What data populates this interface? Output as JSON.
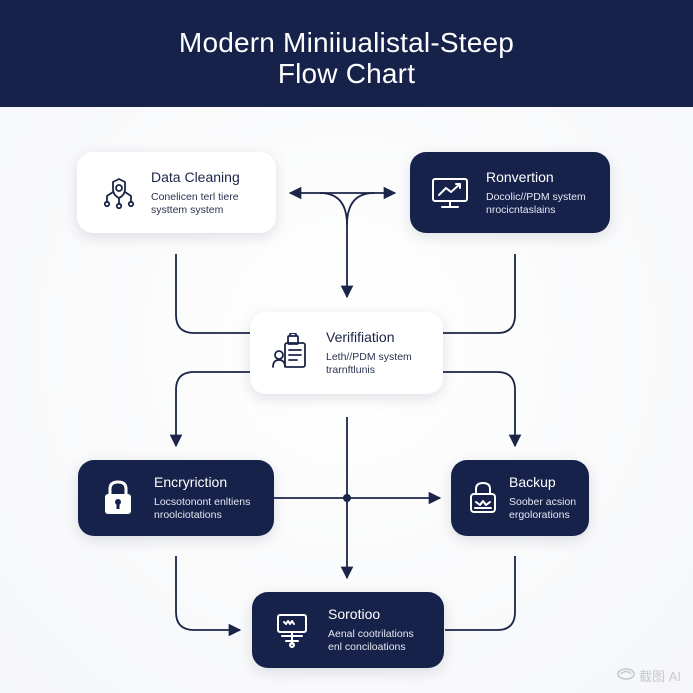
{
  "header": {
    "title_line1": "Modern Miniiualistal-Steep",
    "title_line2": "Flow Chart"
  },
  "nodes": {
    "data_cleaning": {
      "title": "Data Cleaning",
      "desc1": "Conelicen terl tiere",
      "desc2": "systtem system",
      "icon": "gear-shield-icon"
    },
    "ronvertion": {
      "title": "Ronvertion",
      "desc1": "Docolic//PDM system",
      "desc2": "nrocicntaslains",
      "icon": "monitor-chart-icon"
    },
    "verification": {
      "title": "Verififiation",
      "desc1": "Leth//PDM system",
      "desc2": "trarnftlunis",
      "icon": "document-user-lock-icon"
    },
    "encryption": {
      "title": "Encryriction",
      "desc1": "Locsotonont enltiens",
      "desc2": "nroolciotations",
      "icon": "padlock-icon"
    },
    "backup": {
      "title": "Backup",
      "desc1": "Soober acsion",
      "desc2": "ergolorations",
      "icon": "backup-lock-icon"
    },
    "sorotioo": {
      "title": "Sorotioo",
      "desc1": "Aenal cootrilations",
      "desc2": "enl conciloations",
      "icon": "server-icon"
    }
  },
  "watermark": {
    "text": "截图 AI",
    "icon": "logo-swirl-icon"
  },
  "colors": {
    "navy": "#17224a",
    "white": "#ffffff",
    "line": "#1b2547"
  }
}
